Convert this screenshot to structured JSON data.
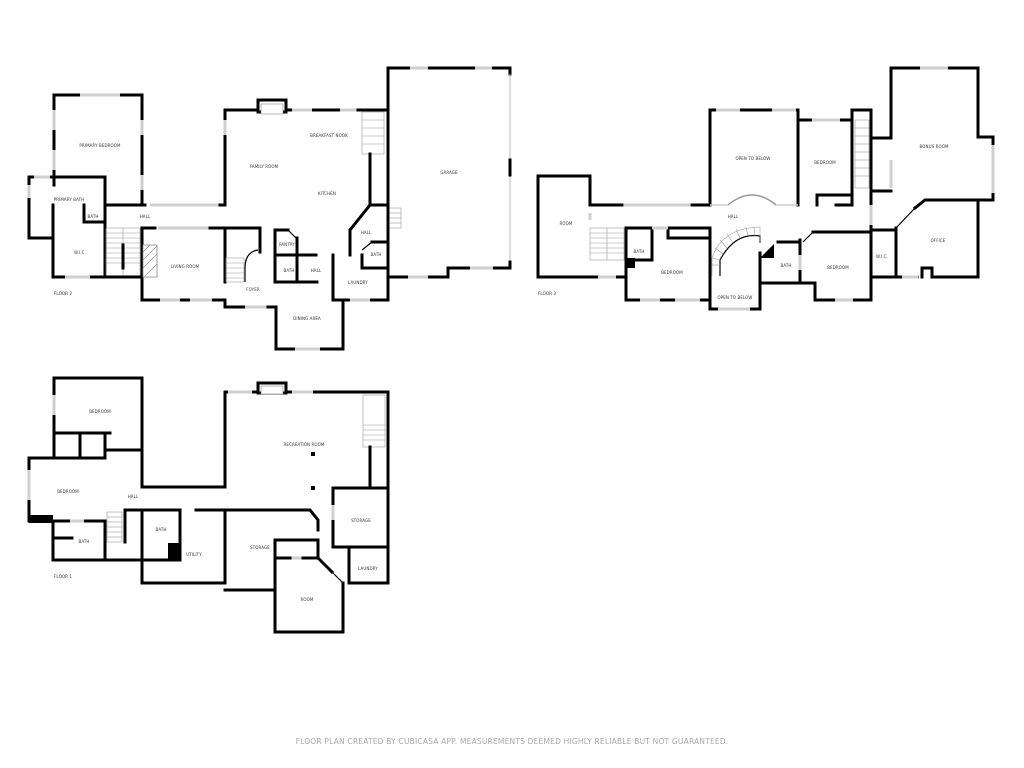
{
  "floors": [
    {
      "name": "FLOOR 2",
      "rooms": [
        {
          "label": "PRIMARY BEDROOM"
        },
        {
          "label": "PRIMARY BATH"
        },
        {
          "label": "BATH"
        },
        {
          "label": "W.I.C."
        },
        {
          "label": "HALL"
        },
        {
          "label": "LIVING ROOM"
        },
        {
          "label": "FAMILY ROOM"
        },
        {
          "label": "BREAKFAST NOOK"
        },
        {
          "label": "KITCHEN"
        },
        {
          "label": "PANTRY"
        },
        {
          "label": "BATH"
        },
        {
          "label": "HALL"
        },
        {
          "label": "FOYER"
        },
        {
          "label": "DINING AREA"
        },
        {
          "label": "HALL"
        },
        {
          "label": "BATH"
        },
        {
          "label": "LAUNDRY"
        },
        {
          "label": "GARAGE"
        }
      ]
    },
    {
      "name": "FLOOR 3",
      "rooms": [
        {
          "label": "ROOM"
        },
        {
          "label": "OPEN TO BELOW"
        },
        {
          "label": "BEDROOM"
        },
        {
          "label": "BONUS ROOM"
        },
        {
          "label": "HALL"
        },
        {
          "label": "BATH"
        },
        {
          "label": "BEDROOM"
        },
        {
          "label": "OPEN TO BELOW"
        },
        {
          "label": "BATH"
        },
        {
          "label": "BEDROOM"
        },
        {
          "label": "W.I.C."
        },
        {
          "label": "OFFICE"
        }
      ]
    },
    {
      "name": "FLOOR 1",
      "rooms": [
        {
          "label": "BEDROOM"
        },
        {
          "label": "BEDROOM"
        },
        {
          "label": "HALL"
        },
        {
          "label": "BATH"
        },
        {
          "label": "BATH"
        },
        {
          "label": "UTILITY"
        },
        {
          "label": "RECREATION ROOM"
        },
        {
          "label": "STORAGE"
        },
        {
          "label": "STORAGE"
        },
        {
          "label": "LAUNDRY"
        },
        {
          "label": "ROOM"
        }
      ]
    }
  ],
  "footer": {
    "disclaimer": "FLOOR PLAN CREATED BY CUBICASA APP. MEASUREMENTS DEEMED HIGHLY RELIABLE BUT NOT GUARANTEED."
  }
}
